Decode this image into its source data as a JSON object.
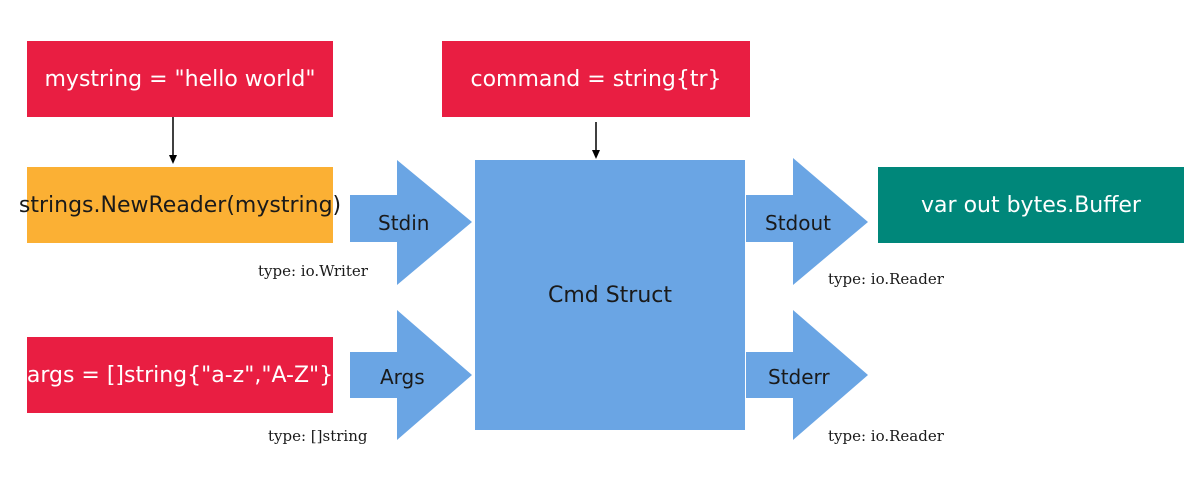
{
  "colors": {
    "red": "#E91E42",
    "orange": "#FBB034",
    "blue": "#6AA5E4",
    "teal": "#00877A",
    "connector": "#000000"
  },
  "boxes": {
    "mystring": "mystring = \"hello world\"",
    "command": "command = string{tr}",
    "new_reader": "strings.NewReader(mystring)",
    "args": "args = []string{\"a-z\",\"A-Z\"}",
    "cmd_struct": "Cmd Struct",
    "out_buffer": "var out bytes.Buffer"
  },
  "arrows": {
    "stdin": "Stdin",
    "args": "Args",
    "stdout": "Stdout",
    "stderr": "Stderr"
  },
  "types": {
    "stdin": "type: io.Writer",
    "args": "type: []string",
    "stdout": "type: io.Reader",
    "stderr": "type: io.Reader"
  }
}
